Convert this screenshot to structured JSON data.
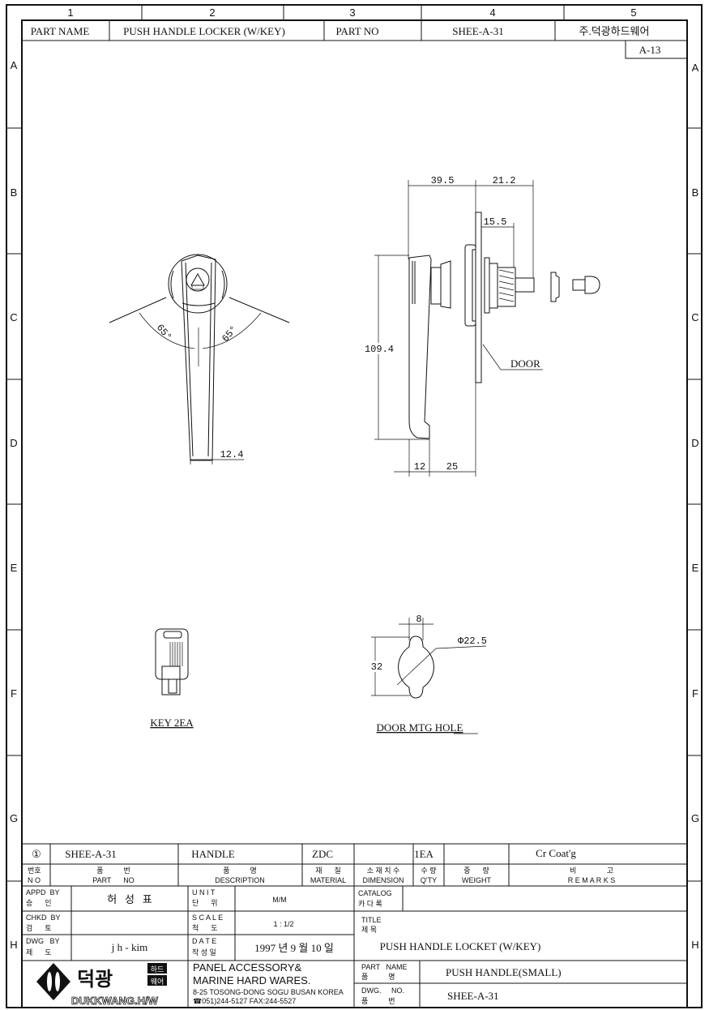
{
  "frame": {
    "columns": [
      "1",
      "2",
      "3",
      "4",
      "5"
    ],
    "rows": [
      "A",
      "B",
      "C",
      "D",
      "E",
      "F",
      "G",
      "H"
    ]
  },
  "header": {
    "part_name_label": "PART NAME",
    "part_name_value": "PUSH HANDLE LOCKER (W/KEY)",
    "part_no_label": "PART NO",
    "part_no_value": "SHEE-A-31",
    "company": "주.덕광하드웨어",
    "sheet_ref": "A-13"
  },
  "drawing": {
    "front_view": {
      "angle_left": "65°",
      "angle_right": "65°",
      "width_dim": "12.4"
    },
    "side_view": {
      "dim_handle_to_door": "39.5",
      "dim_door_to_shaft": "21.2",
      "dim_thread": "15.5",
      "dim_height": "109.4",
      "dim_handle_width": "12",
      "dim_handle_offset": "25",
      "door_label": "DOOR"
    },
    "key": {
      "label": "KEY 2EA"
    },
    "mounting_hole": {
      "label": "DOOR MTG HOLE",
      "dim_slot": "8",
      "dim_diameter": "Φ22.5",
      "dim_height": "32"
    }
  },
  "bom": {
    "no": "①",
    "part_no": "SHEE-A-31",
    "description": "HANDLE",
    "material": "ZDC",
    "dimension": "",
    "qty": "1EA",
    "weight": "",
    "remarks": "Cr Coat'g",
    "headers": {
      "no_ko": "번호",
      "no_en": "N O",
      "part_no_ko": "품          번",
      "part_no_en": "PART      NO",
      "desc_ko": "품          명",
      "desc_en": "DESCRIPTION",
      "mat_ko": "재      질",
      "mat_en": "MATERIAL",
      "dim_ko": "소 재 치 수",
      "dim_en": "DIMENSION",
      "qty_ko": "수 량",
      "qty_en": "Q'TY",
      "weight_ko": "중      량",
      "weight_en": "WEIGHT",
      "remarks_ko": "비               고",
      "remarks_en": "R E M A R K S"
    }
  },
  "title_block": {
    "appd_label_en": "APPD  BY",
    "appd_label_ko": "승      인",
    "appd_value": "허   성   표",
    "chkd_label_en": "CHKD  BY",
    "chkd_label_ko": "검      토",
    "chkd_value": "",
    "dwg_label_en": "DWG   BY",
    "dwg_label_ko": "제      도",
    "dwg_value": "j h - kim",
    "unit_label_en": "U N I T",
    "unit_label_ko": "단      위",
    "unit_value": "M/M",
    "scale_label_en": "S C A L E",
    "scale_label_ko": "척      도",
    "scale_value": "1 : 1/2",
    "date_label_en": "D A T E",
    "date_label_ko": "작 성 일",
    "date_value": "1997 년 9 월 10 일",
    "catalog_label_en": "CATALOG",
    "catalog_label_ko": "카 다 록",
    "title_label_en": "TITLE",
    "title_label_ko": "제 목",
    "title_value": "PUSH HANDLE LOCKET (W/KEY)",
    "part_name_label_en": "PART   NAME",
    "part_name_label_ko": "품          명",
    "part_name_value": "PUSH HANDLE(SMALL)",
    "dwg_no_label_en": "DWG.     NO.",
    "dwg_no_label_ko": "품          번",
    "dwg_no_value": "SHEE-A-31"
  },
  "company_block": {
    "logo_ko": "덕광",
    "logo_sub1": "하드",
    "logo_sub2": "웨어",
    "logo_en": "DUKKWANG.H/W",
    "line1": "PANEL ACCESSORY&",
    "line2": "MARINE HARD WARES.",
    "address": "8-25 TOSONG-DONG SOGU BUSAN KOREA",
    "phone": "☎051)244-5127 FAX:244-5527"
  }
}
